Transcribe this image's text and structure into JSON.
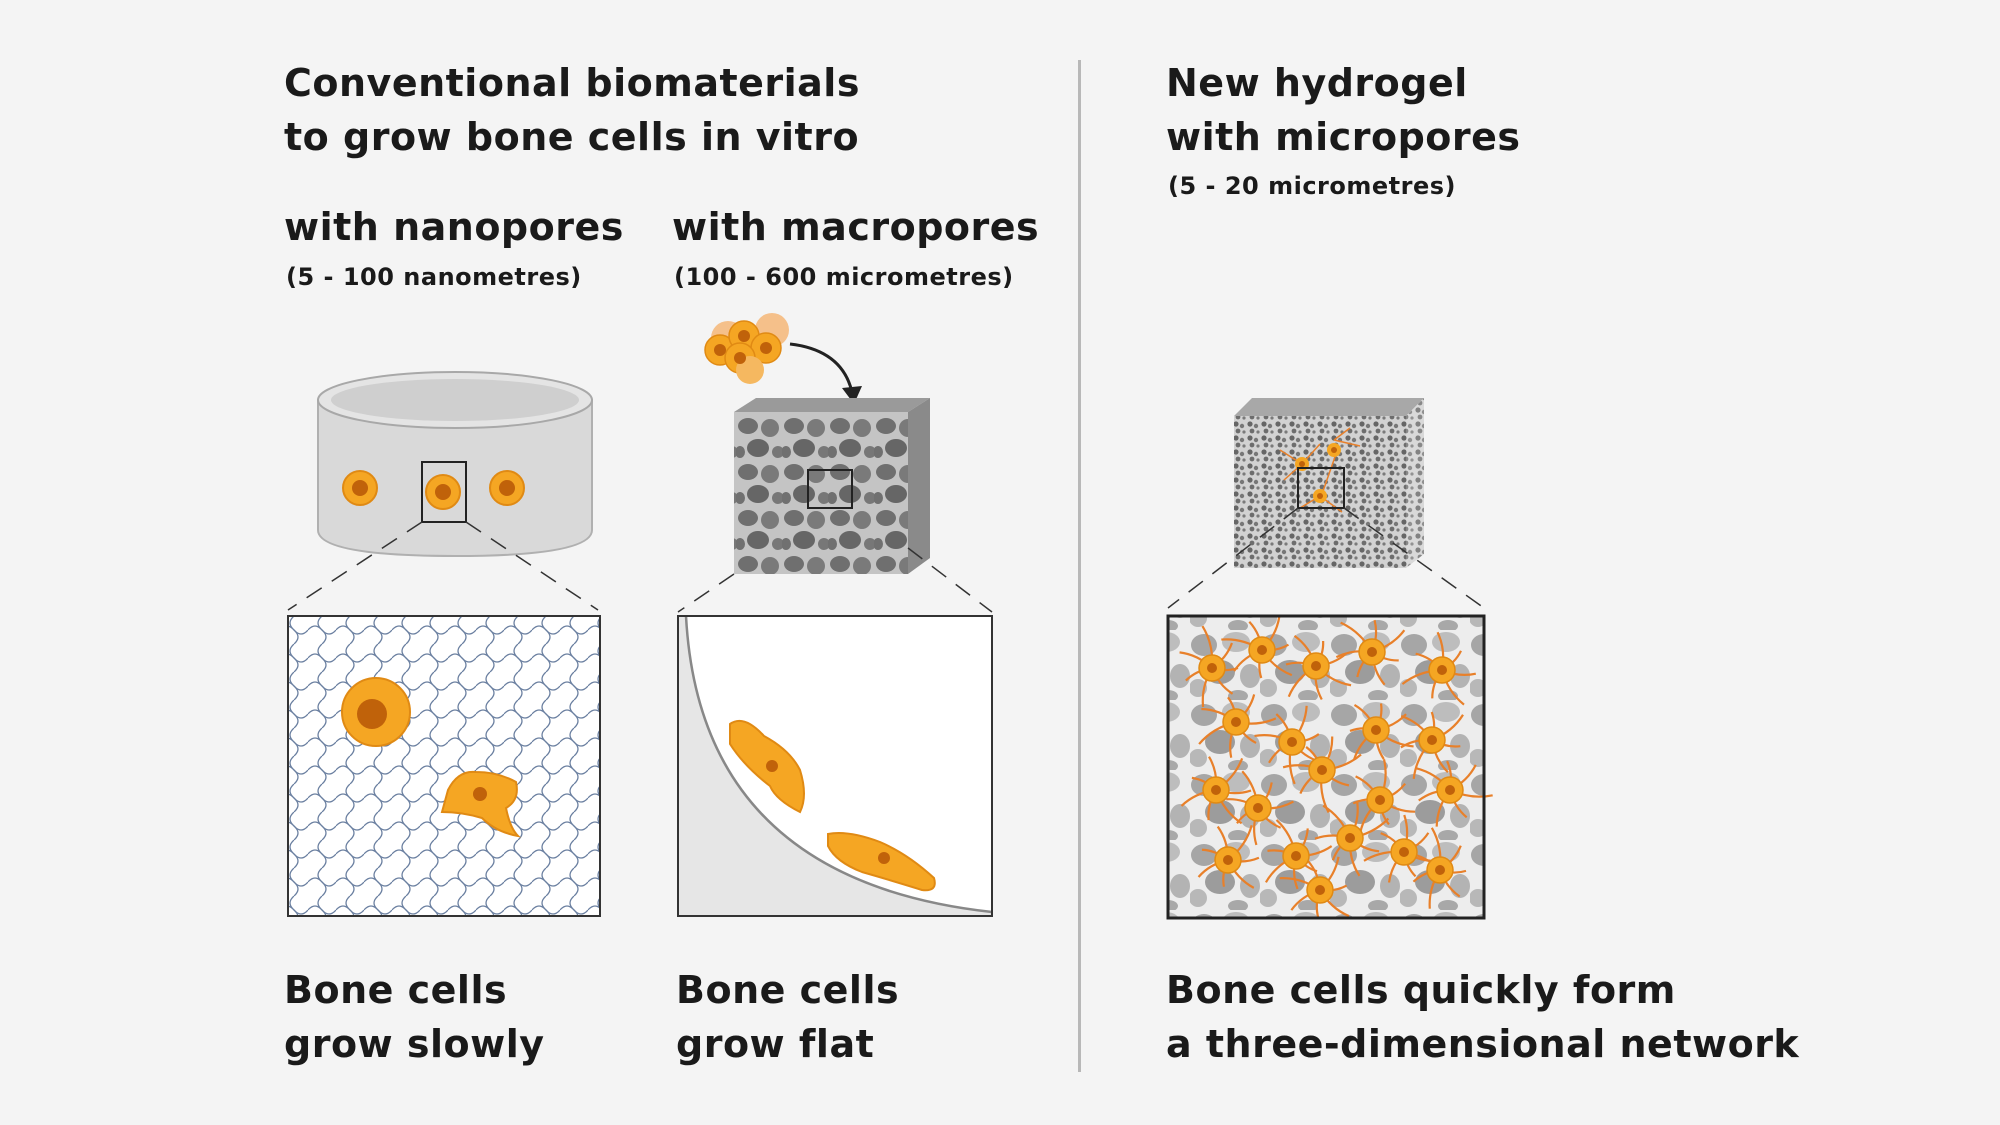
{
  "left_heading": {
    "line1": "Conventional biomaterials",
    "line2": "to grow bone cells in vitro"
  },
  "nano": {
    "title": "with nanopores",
    "range": "(5 - 100 nanometres)",
    "caption_line1": "Bone cells",
    "caption_line2": "grow slowly"
  },
  "macro": {
    "title": "with macropores",
    "range": "(100  - 600 micrometres)",
    "caption_line1": "Bone cells",
    "caption_line2": "grow flat"
  },
  "hydrogel": {
    "line1": "New hydrogel",
    "line2": "with micropores",
    "range": "(5 - 20 micrometres)",
    "caption_line1": "Bone cells quickly form",
    "caption_line2": "a three-dimensional network"
  },
  "colors": {
    "background": "#f4f4f4",
    "cell_orange": "#f5a623",
    "cell_nucleus": "#c0620a",
    "dendrite": "#e8802a",
    "scaffold_gray": "#8c8c8c",
    "divider": "#b8b8b8"
  }
}
